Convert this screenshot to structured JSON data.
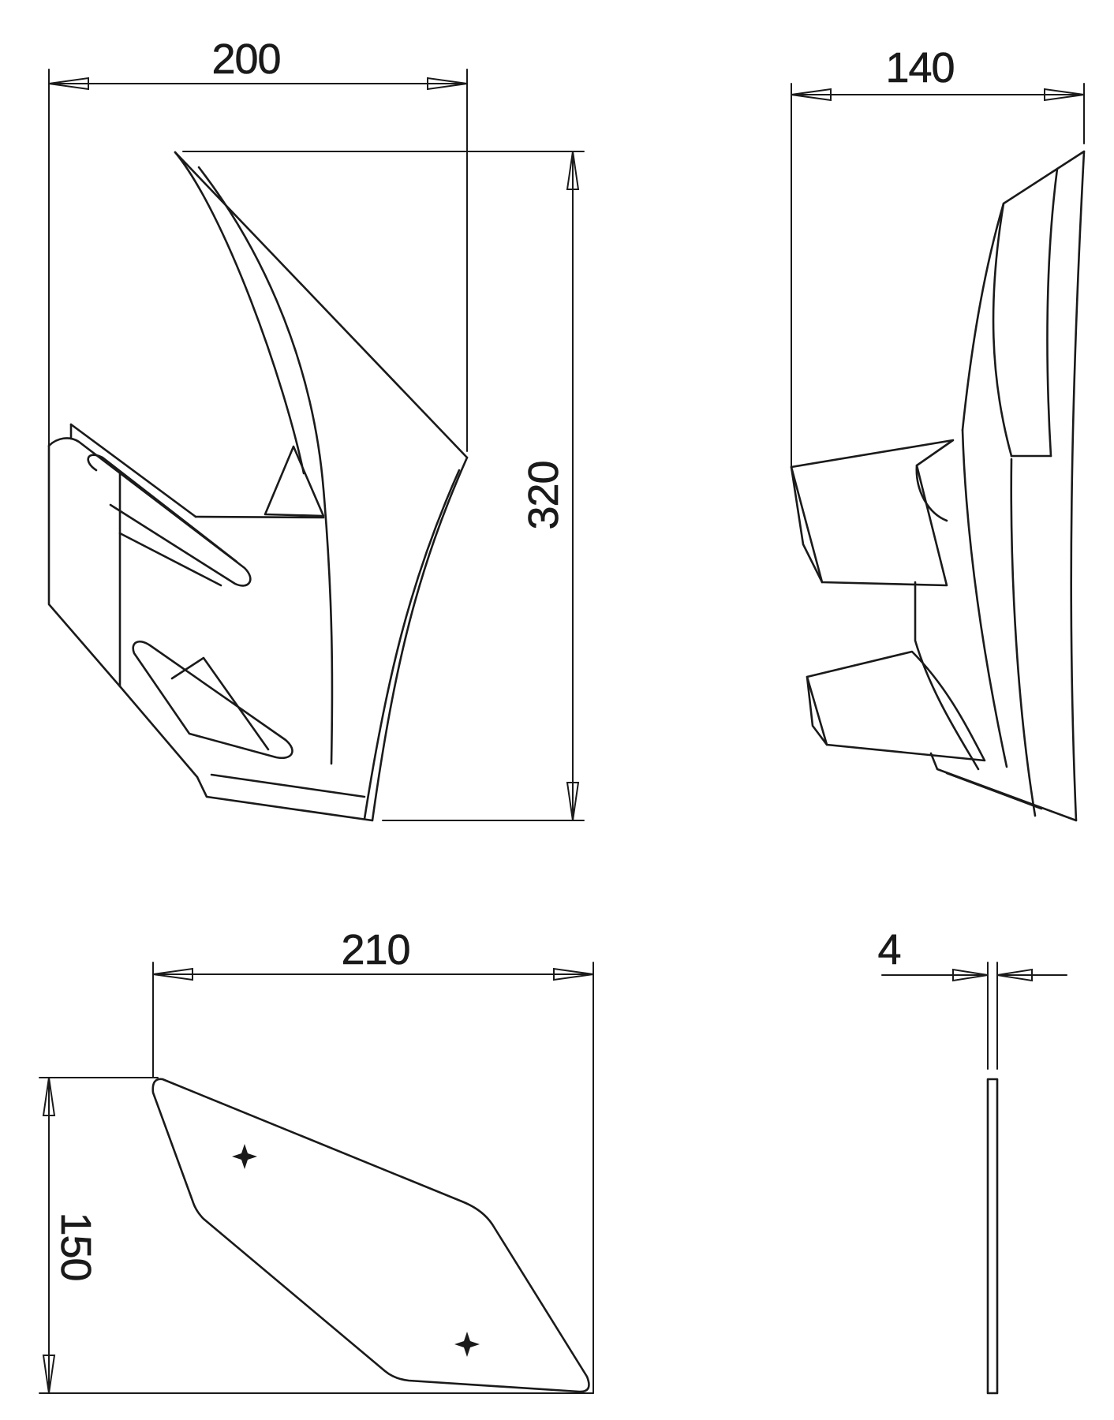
{
  "dimensions": {
    "side_width": "200",
    "side_height": "320",
    "front_width": "140",
    "plate_width": "210",
    "plate_height": "150",
    "thickness": "4"
  },
  "colors": {
    "line": "#1a1a1a",
    "background": "#ffffff"
  }
}
